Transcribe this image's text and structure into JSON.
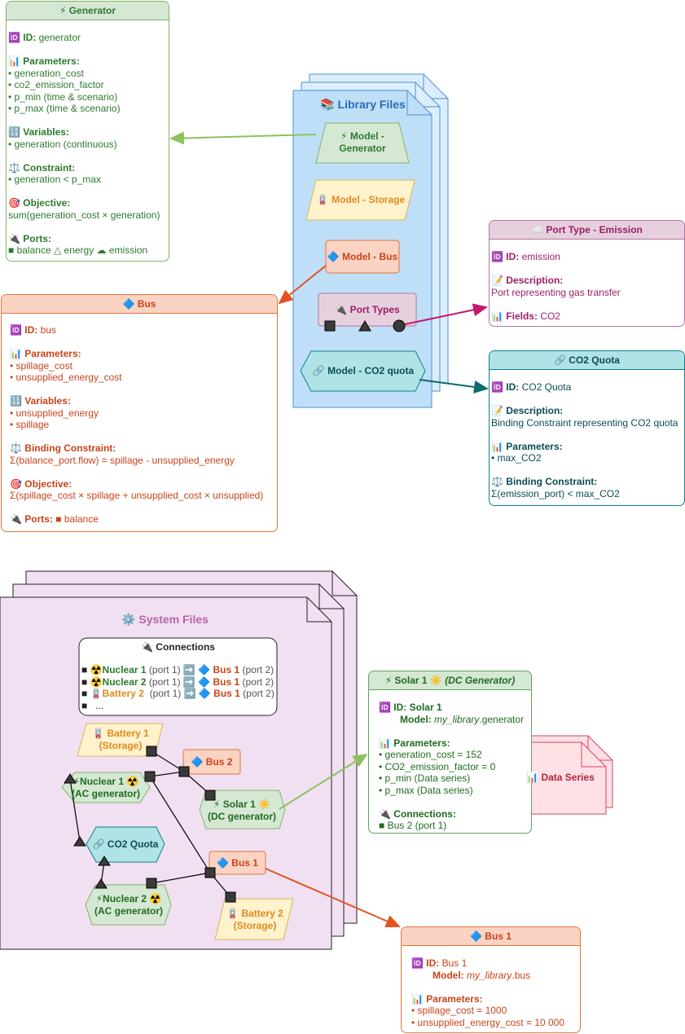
{
  "library": {
    "title": "📚 Library Files",
    "model_generator": "⚡ Model - Generator",
    "model_storage": "🪫 Model - Storage",
    "model_bus": "🔷 Model - Bus",
    "port_types": "🔌 Port Types",
    "model_co2": "🔗 Model - CO2 quota"
  },
  "generator_card": {
    "title": "⚡ Generator",
    "id_label": "🆔 ID:",
    "id_value": " generator",
    "params_label": "📊 Parameters:",
    "params": [
      "• generation_cost",
      "• co2_emission_factor",
      "• p_min (time & scenario)",
      "• p_max (time & scenario)"
    ],
    "vars_label": "🔢 Variables:",
    "vars": [
      "• generation (continuous)"
    ],
    "constraint_label": "⚖️ Constraint:",
    "constraint": "• generation < p_max",
    "objective_label": "🎯 Objective:",
    "objective": "sum(generation_cost × generation)",
    "ports_label": "🔌 Ports:",
    "ports": "■ balance △ energy ☁ emission"
  },
  "bus_card": {
    "title": "🔷 Bus",
    "id_label": "🆔 ID:",
    "id_value": " bus",
    "params_label": "📊 Parameters:",
    "params": [
      "• spillage_cost",
      "• unsupplied_energy_cost"
    ],
    "vars_label": "🔢 Variables:",
    "vars": [
      "• unsupplied_energy",
      "• spillage"
    ],
    "constraint_label": "⚖️ Binding Constraint:",
    "constraint": "Σ(balance_port.flow) = spillage - unsupplied_energy",
    "objective_label": "🎯 Objective:",
    "objective": "Σ(spillage_cost × spillage + unsupplied_cost × unsupplied)",
    "ports_label": "🔌 Ports:",
    "ports": " ■ balance"
  },
  "port_type_card": {
    "title": "☁️ Port Type - Emission",
    "id_label": "🆔 ID:",
    "id_value": " emission",
    "desc_label": "📝 Description:",
    "desc": "Port representing gas transfer",
    "fields_label": "📊 Fields:",
    "fields_value": " CO2"
  },
  "co2_card": {
    "title": "🔗 CO2 Quota",
    "id_label": "🆔 ID:",
    "id_value": " CO2 Quota",
    "desc_label": "📝 Description:",
    "desc": "Binding Constraint representing CO2 quota",
    "params_label": "📊 Parameters:",
    "params": "• max_CO2",
    "constraint_label": "⚖️ Binding Constraint:",
    "constraint": "Σ(emission_port) < max_CO2"
  },
  "system": {
    "title": "⚙️ System Files",
    "connections_title": "🔌 Connections",
    "connections": [
      {
        "bullet": "■ ",
        "from": "☢️Nuclear 1",
        "from_port": " (port 1) ➡️ ",
        "to": "🔷 Bus 1",
        "to_port": " (port 2)"
      },
      {
        "bullet": "■ ",
        "from": "☢️Nuclear 2",
        "from_port": " (port 1) ➡️ ",
        "to": "🔷 Bus 1",
        "to_port": " (port 2)"
      },
      {
        "bullet": "■ ",
        "from": "🪫Battery 2",
        "from_port": "  (port 1) ➡️ ",
        "to": "🔷 Bus 1",
        "to_port": " (port 2)"
      }
    ],
    "connections_more": "■   ...",
    "battery1": [
      "🪫 Battery 1",
      "(Storage)"
    ],
    "bus2": "🔷 Bus 2",
    "nuclear1": [
      "⚡Nuclear 1 ☢️",
      "(AC generator)"
    ],
    "solar1": [
      "⚡ Solar 1 ☀️",
      "(DC generator)"
    ],
    "co2": "🔗 CO2 Quota",
    "bus1": "🔷 Bus 1",
    "nuclear2": [
      "⚡Nuclear 2 ☢️",
      "(AC generator)"
    ],
    "battery2": [
      "🪫 Battery 2",
      "(Storage)"
    ]
  },
  "solar_card": {
    "title_prefix": "⚡  Solar 1 ☀️ ",
    "title_italic": "(DC Generator)",
    "id_label": "🆔 ID: Solar 1",
    "model_label": "Model:",
    "model_lib": "my_library",
    "model_suffix": ".generator",
    "params_label": "📊 Parameters:",
    "params": [
      "• generation_cost = 152",
      "• CO2_emission_factor = 0",
      "• p_min (Data series)",
      "• p_max (Data series)"
    ],
    "conn_label": "🔌 Connections:",
    "conn": "■ Bus 2 (port 1)"
  },
  "data_series": "📊 Data Series",
  "bus1_card": {
    "title": "🔷 Bus 1",
    "id_label": "🆔 ID:",
    "id_value": " Bus 1",
    "model_label": "Model:",
    "model_lib": "my_library",
    "model_suffix": ".bus",
    "params_label": "📊 Parameters:",
    "params": [
      "• spillage_cost = 1000",
      "• unsupplied_energy_cost = 10 000"
    ]
  },
  "colors": {
    "green_arrow": "#8dc15f",
    "orange_arrow": "#e2531f",
    "purple_arrow": "#c0196f",
    "teal_arrow": "#0d6b6b",
    "library_fill": "#bfdff8",
    "system_fill": "#f1e0f2"
  }
}
